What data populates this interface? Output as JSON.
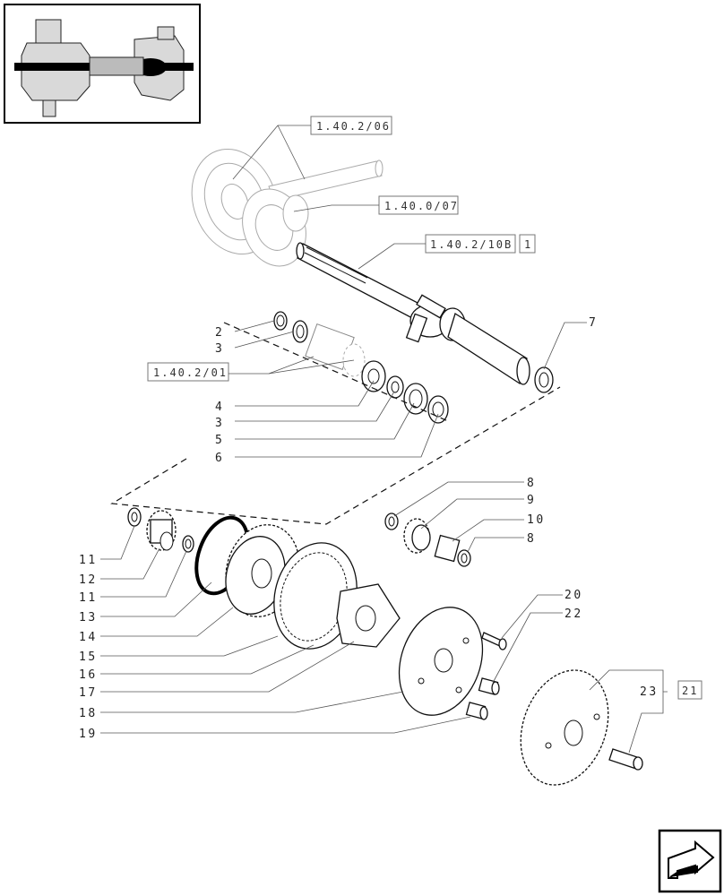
{
  "references": {
    "ref_1": "1.40.2/06",
    "ref_2": "1.40.0/07",
    "ref_3": "1.40.2/10B",
    "ref_3_qty": "1",
    "ref_4": "1.40.2/01",
    "ref_5_qty": "21"
  },
  "callouts": {
    "c2": "2",
    "c3a": "3",
    "c4": "4",
    "c3b": "3",
    "c5": "5",
    "c6": "6",
    "c7": "7",
    "c8a": "8",
    "c9": "9",
    "c10": "10",
    "c8b": "8",
    "c11a": "11",
    "c12": "12",
    "c11b": "11",
    "c13": "13",
    "c14": "14",
    "c15": "15",
    "c16": "16",
    "c17": "17",
    "c18": "18",
    "c19": "19",
    "c20": "20",
    "c22": "22",
    "c23": "23"
  },
  "icons": {
    "thumbnail": "axle-assembly-thumbnail",
    "navigation": "next-page-arrow-icon"
  }
}
